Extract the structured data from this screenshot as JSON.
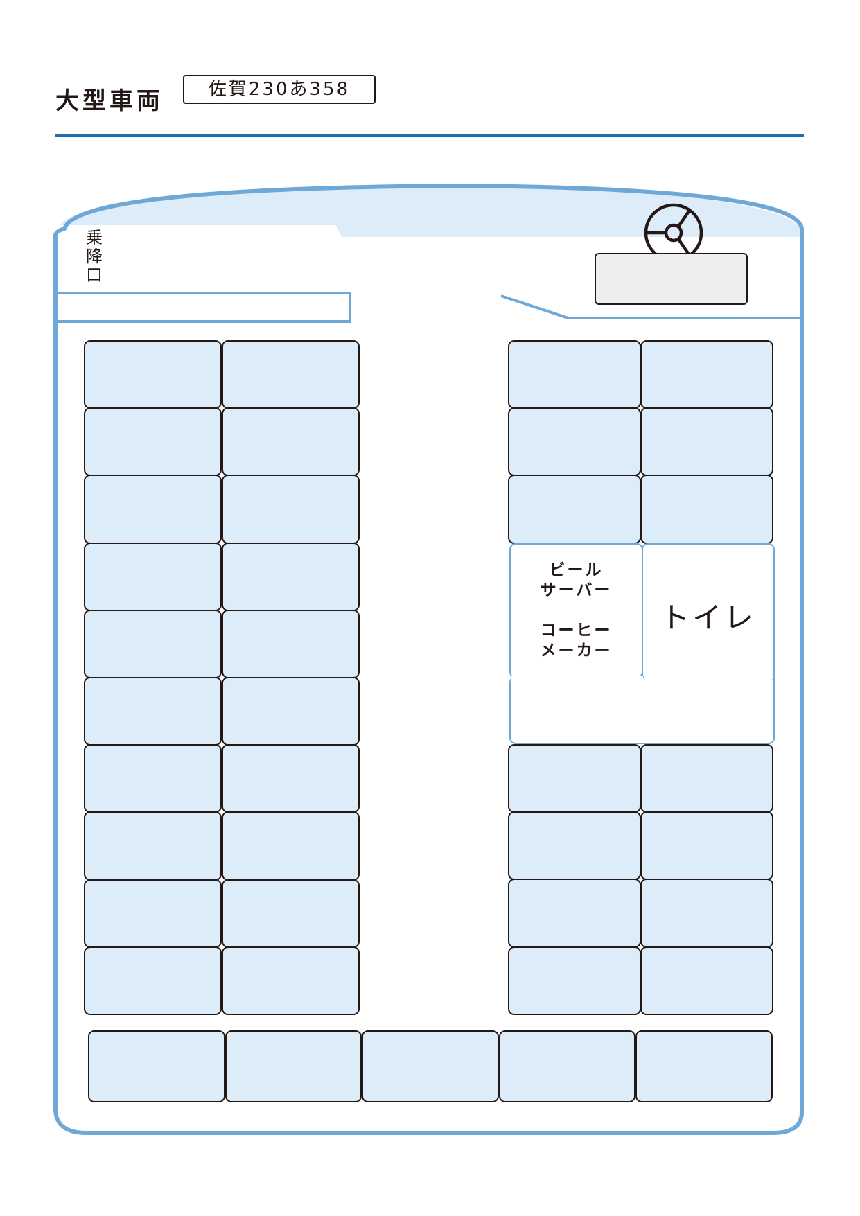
{
  "header": {
    "title": "大型車両",
    "plate": "佐賀230あ358"
  },
  "bus": {
    "door_label": "乗降口",
    "amenities": {
      "drinks_line1": "ビール\nサーバー",
      "drinks_line2": "コーヒー\nメーカー",
      "toilet": "トイレ"
    },
    "seat_layout": {
      "left_block_rows": 10,
      "left_block_cols": 2,
      "right_front_rows": 3,
      "right_rear_rows": 4,
      "right_block_cols": 2,
      "back_row_seats": 5
    }
  },
  "colors": {
    "accent_blue": "#1f6db5",
    "bus_outline": "#6fa8d6",
    "seat_fill": "#ddecf9",
    "front_area": "#ddecf9",
    "seat_border": "#231815"
  }
}
